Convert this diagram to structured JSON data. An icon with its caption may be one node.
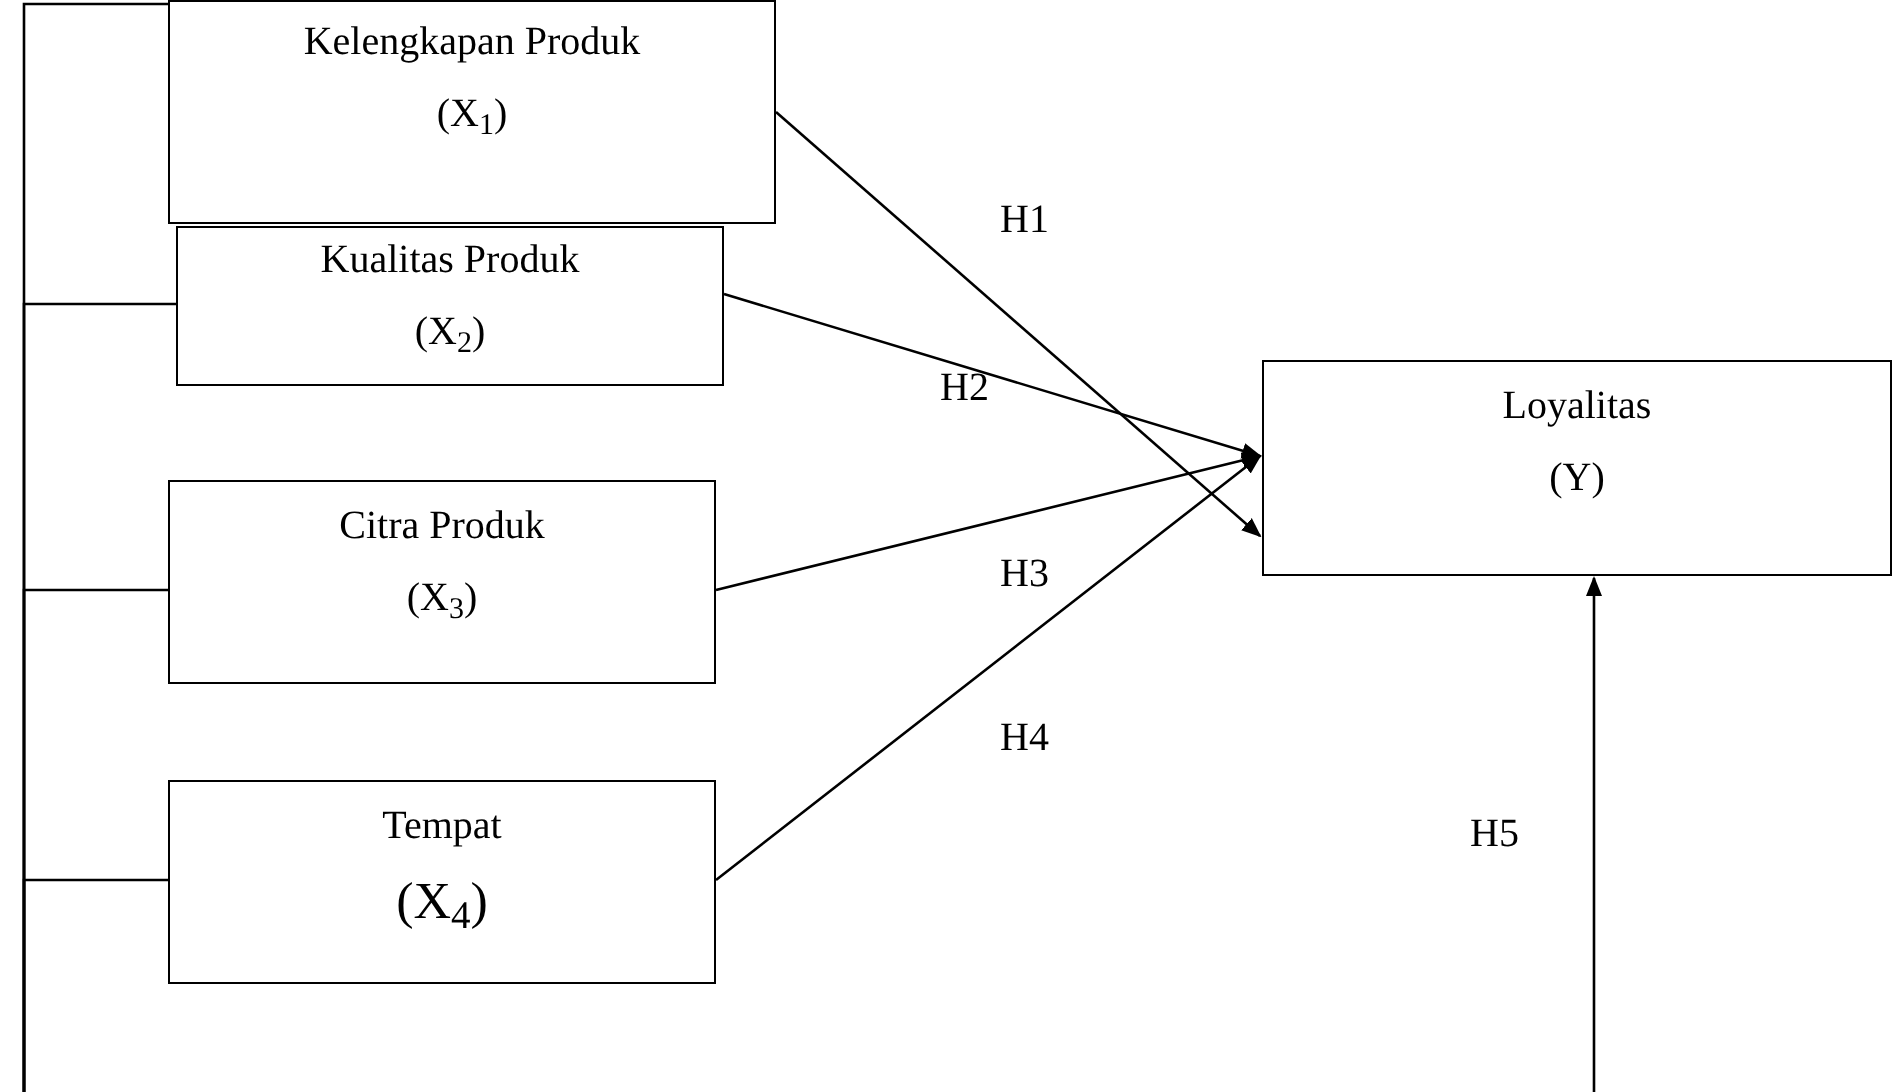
{
  "diagram": {
    "nodes": [
      {
        "text": [
          "Kualitas Produk",
          "(X$_{2}$)"
        ]
      },
      {
        "text": [
          "Kelengkapan Produk",
          "(X$_{1}$)"
        ]
      },
      {
        "text": [
          "Citra Produk",
          "(X$_{3}$)"
        ]
      },
      {
        "text": [
          "Tempat",
          "(X$_{4}$)"
        ]
      },
      {
        "text": [
          "Loyalitas",
          "(Y)"
        ]
      }
    ],
    "edges": [
      {
        "from": 1,
        "to": 4,
        "arrow": "to",
        "label": "H1"
      },
      {
        "from": 0,
        "to": 4,
        "arrow": "to",
        "label": "H2"
      },
      {
        "from": 2,
        "to": 4,
        "arrow": "to",
        "label": "H3"
      },
      {
        "from": 3,
        "to": 4,
        "arrow": "to",
        "label": "H4"
      },
      {
        "from": null,
        "to": 4,
        "arrow": "to",
        "label": "H5"
      },
      {
        "from": 1,
        "to": null,
        "arrow": "none"
      },
      {
        "from": 0,
        "to": null,
        "arrow": "none"
      },
      {
        "from": 2,
        "to": null,
        "arrow": "none"
      },
      {
        "from": 3,
        "to": null,
        "arrow": "none"
      }
    ]
  }
}
